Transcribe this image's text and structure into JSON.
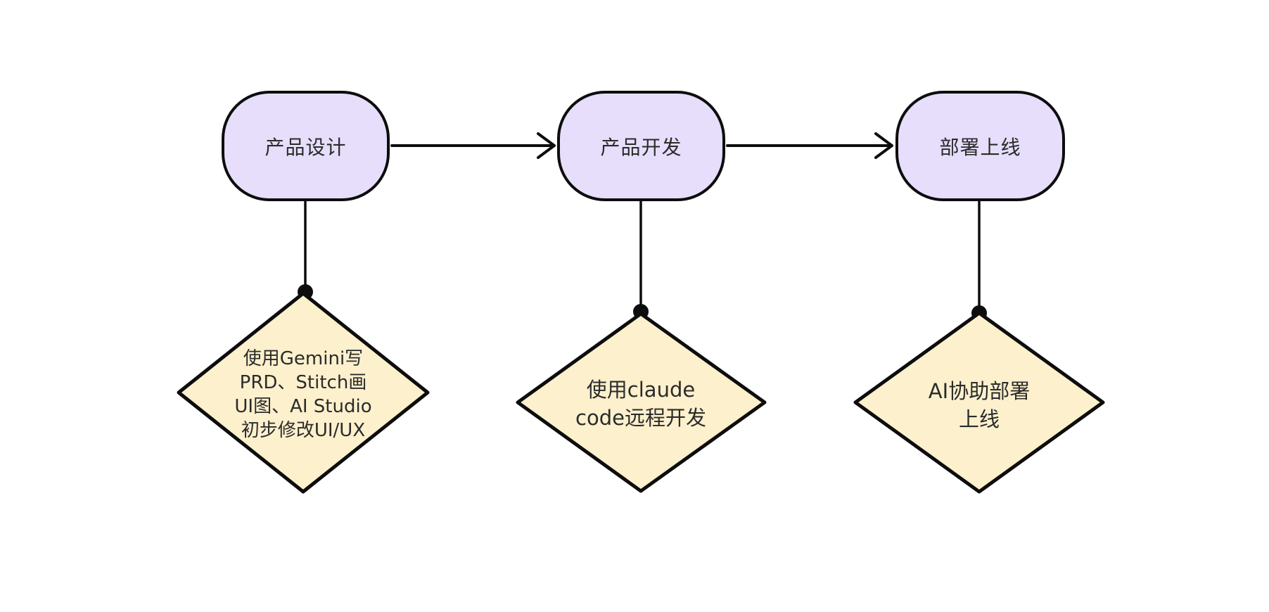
{
  "diagram": {
    "title": "product-ai-workflow-flowchart",
    "stages": [
      {
        "label": "产品设计",
        "detail": "使用Gemini写\nPRD、Stitch画\nUI图、AI Studio\n初步修改UI/UX"
      },
      {
        "label": "产品开发",
        "detail": "使用claude\ncode远程开发"
      },
      {
        "label": "部署上线",
        "detail": "AI协助部署\n上线"
      }
    ],
    "colors": {
      "node_fill": "#e6defb",
      "node_border": "#0d0d0d",
      "diamond_fill": "#fcf0cd",
      "stroke": "#0d0d0d",
      "text": "#2b2b2b",
      "bg": "#ffffff"
    }
  }
}
